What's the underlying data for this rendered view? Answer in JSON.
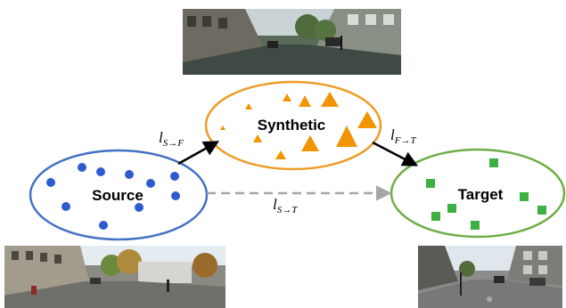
{
  "nodes": {
    "source": {
      "label": "Source",
      "color": "#4472c4",
      "marker": "circle",
      "marker_color": "#2f5bd0"
    },
    "synthetic": {
      "label": "Synthetic",
      "color": "#ed9c28",
      "marker": "triangle",
      "marker_color": "#f29400"
    },
    "target": {
      "label": "Target",
      "color": "#70ad47",
      "marker": "square",
      "marker_color": "#3cb043"
    }
  },
  "edges": [
    {
      "id": "source-to-synthetic",
      "from": "Source",
      "to": "Synthetic",
      "label_main": "l",
      "label_sub": "S→F",
      "style": "solid",
      "color": "#000000"
    },
    {
      "id": "synthetic-to-target",
      "from": "Synthetic",
      "to": "Target",
      "label_main": "l",
      "label_sub": "F→T",
      "style": "solid",
      "color": "#000000"
    },
    {
      "id": "source-to-target",
      "from": "Source",
      "to": "Target",
      "label_main": "l",
      "label_sub": "S→T",
      "style": "dashed",
      "color": "#a6a6a6"
    }
  ],
  "images": {
    "synthetic": {
      "description_icon": "synthetic-street-photo"
    },
    "source": {
      "description_icon": "source-street-photo"
    },
    "target": {
      "description_icon": "target-street-photo"
    }
  }
}
